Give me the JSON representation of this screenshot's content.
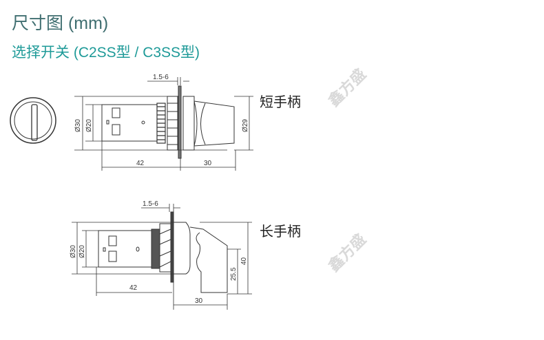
{
  "title": "尺寸图 (mm)",
  "subtitle": "选择开关 (C2SS型 / C3SS型)",
  "short_handle": {
    "label": "短手柄",
    "dims": {
      "panel": "1.5-6",
      "outer_dia": "Ø30",
      "inner_dia": "Ø20",
      "knob_dia": "Ø29",
      "body_len": "42",
      "knob_len": "30"
    }
  },
  "long_handle": {
    "label": "长手柄",
    "dims": {
      "panel": "1.5-6",
      "outer_dia": "Ø30",
      "inner_dia": "Ø20",
      "height": "40",
      "lever_height": "25.5",
      "body_len": "42",
      "lever_len": "30"
    }
  },
  "watermark": "鑫方盛"
}
